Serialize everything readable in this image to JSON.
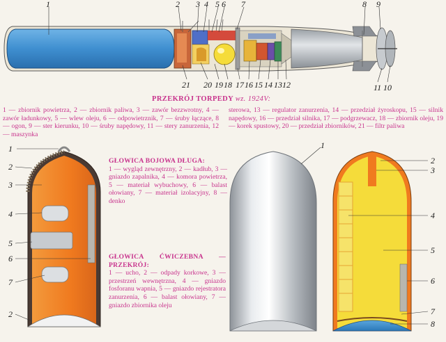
{
  "torpedo": {
    "title": "PRZEKRÓJ TORPEDY",
    "title_suffix": "wz. 1924V:",
    "top_labels": [
      "1",
      "2",
      "3",
      "4",
      "5",
      "6",
      "7",
      "8",
      "9"
    ],
    "bottom_labels": [
      "21",
      "20",
      "19",
      "18",
      "17",
      "16",
      "15",
      "14",
      "13",
      "12",
      "11",
      "10"
    ],
    "legend_left": "1 — zbiornik powietrza, 2 — zbiornik paliwa, 3 — zawór bezzwrotny, 4 — zawór ładunkowy, 5 — wlew oleju, 6 — odpowietrznik, 7 — śruby łączące, 8 — ogon, 9 — ster kierunku, 10 — śruby napędowy, 11 — stery zanurzenia, 12 — maszynka",
    "legend_right": "sterowa, 13 — regulator zanurzenia, 14 — przedział żyroskopu, 15 — silnik napędowy, 16 — przedział silnika, 17 — podgrzewacz, 18 — zbiornik oleju, 19 — korek spustowy, 20 — przedział zbiorników, 21 — filtr paliwa"
  },
  "combat_head": {
    "title": "GŁOWICA BOJOWA DŁUGA:",
    "legend": "1 — wygląd zewnętrzny, 2 — kadłub, 3 — gniazdo zapalnika, 4 — komora powietrza, 5 — materiał wybuchowy, 6 — balast ołowiany, 7 — materiał izolacyjny, 8 — denko",
    "left_labels": [
      "1",
      "2",
      "3",
      "4",
      "5",
      "6",
      "7",
      "2"
    ],
    "right_labels": [
      "2",
      "3",
      "4",
      "5",
      "6",
      "7",
      "8"
    ],
    "middle_label": "1"
  },
  "exercise_head": {
    "title": "GŁOWICA ĆWICZEBNA — PRZEKRÓJ:",
    "legend": "1 — ucho, 2 — odpady korkowe, 3 — przestrzeń wewnętrzna, 4 — gniazdo fosforanu wapnia, 5 — gniazdo rejestratora zanurzenia, 6 — balast ołowiany, 7 — gniazdo zbiornika oleju"
  },
  "colors": {
    "accent": "#c8338d",
    "air_tank": "#3f8fd0",
    "orange": "#f07a1f",
    "yellow": "#f5dc3a",
    "steel": "#b9bec3"
  }
}
